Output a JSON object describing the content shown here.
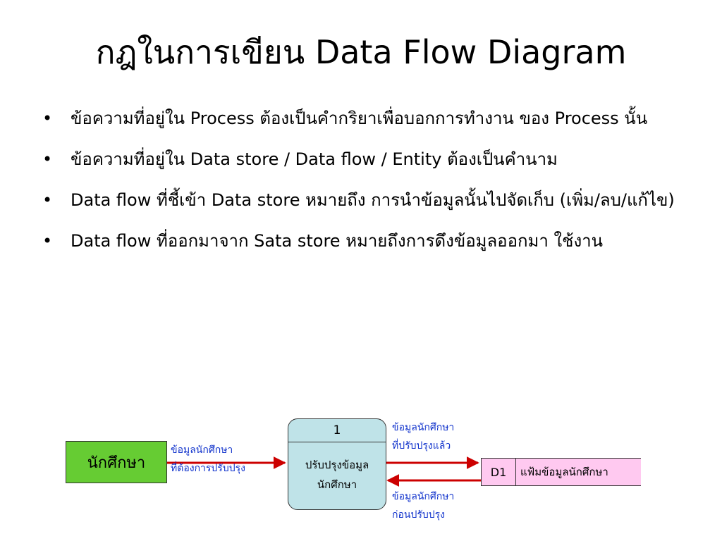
{
  "title": "กฎในการเขียน Data Flow Diagram",
  "bullets": [
    "ข้อความที่อยู่ใน Process ต้องเป็นคำกริยาเพื่อบอกการทำงาน ของ Process นั้น",
    "ข้อความที่อยู่ใน Data store / Data flow / Entity ต้องเป็นคำนาม",
    "Data flow ที่ชี้เข้า Data store หมายถึง การนำข้อมูลนั้นไปจัดเก็บ (เพิ่ม/ลบ/แก้ไข)",
    "Data flow ที่ออกมาจาก Sata store หมายถึงการดึงข้อมูลออกมา ใช้งาน"
  ],
  "bullet_symbol": "•",
  "diagram": {
    "entity": {
      "label": "นักศึกษา",
      "color": "#66cc33"
    },
    "process": {
      "id": "1",
      "name_line1": "ปรับปรุงข้อมูล",
      "name_line2": "นักศึกษา",
      "color": "#bfe3e8"
    },
    "store": {
      "id": "D1",
      "name": "แฟ้มข้อมูลนักศึกษา",
      "color": "#ffc9f0"
    },
    "flows": {
      "entity_to_process": {
        "line1": "ข้อมูลนักศึกษา",
        "line2": "ที่ต้องการปรับปรุง"
      },
      "process_to_store": {
        "line1": "ข้อมูลนักศึกษา",
        "line2": "ที่ปรับปรุงแล้ว"
      },
      "store_to_process": {
        "line1": "ข้อมูลนักศึกษา",
        "line2": "ก่อนปรับปรุง"
      }
    },
    "arrow_color": "#cc0000",
    "label_color": "#1133cc"
  }
}
